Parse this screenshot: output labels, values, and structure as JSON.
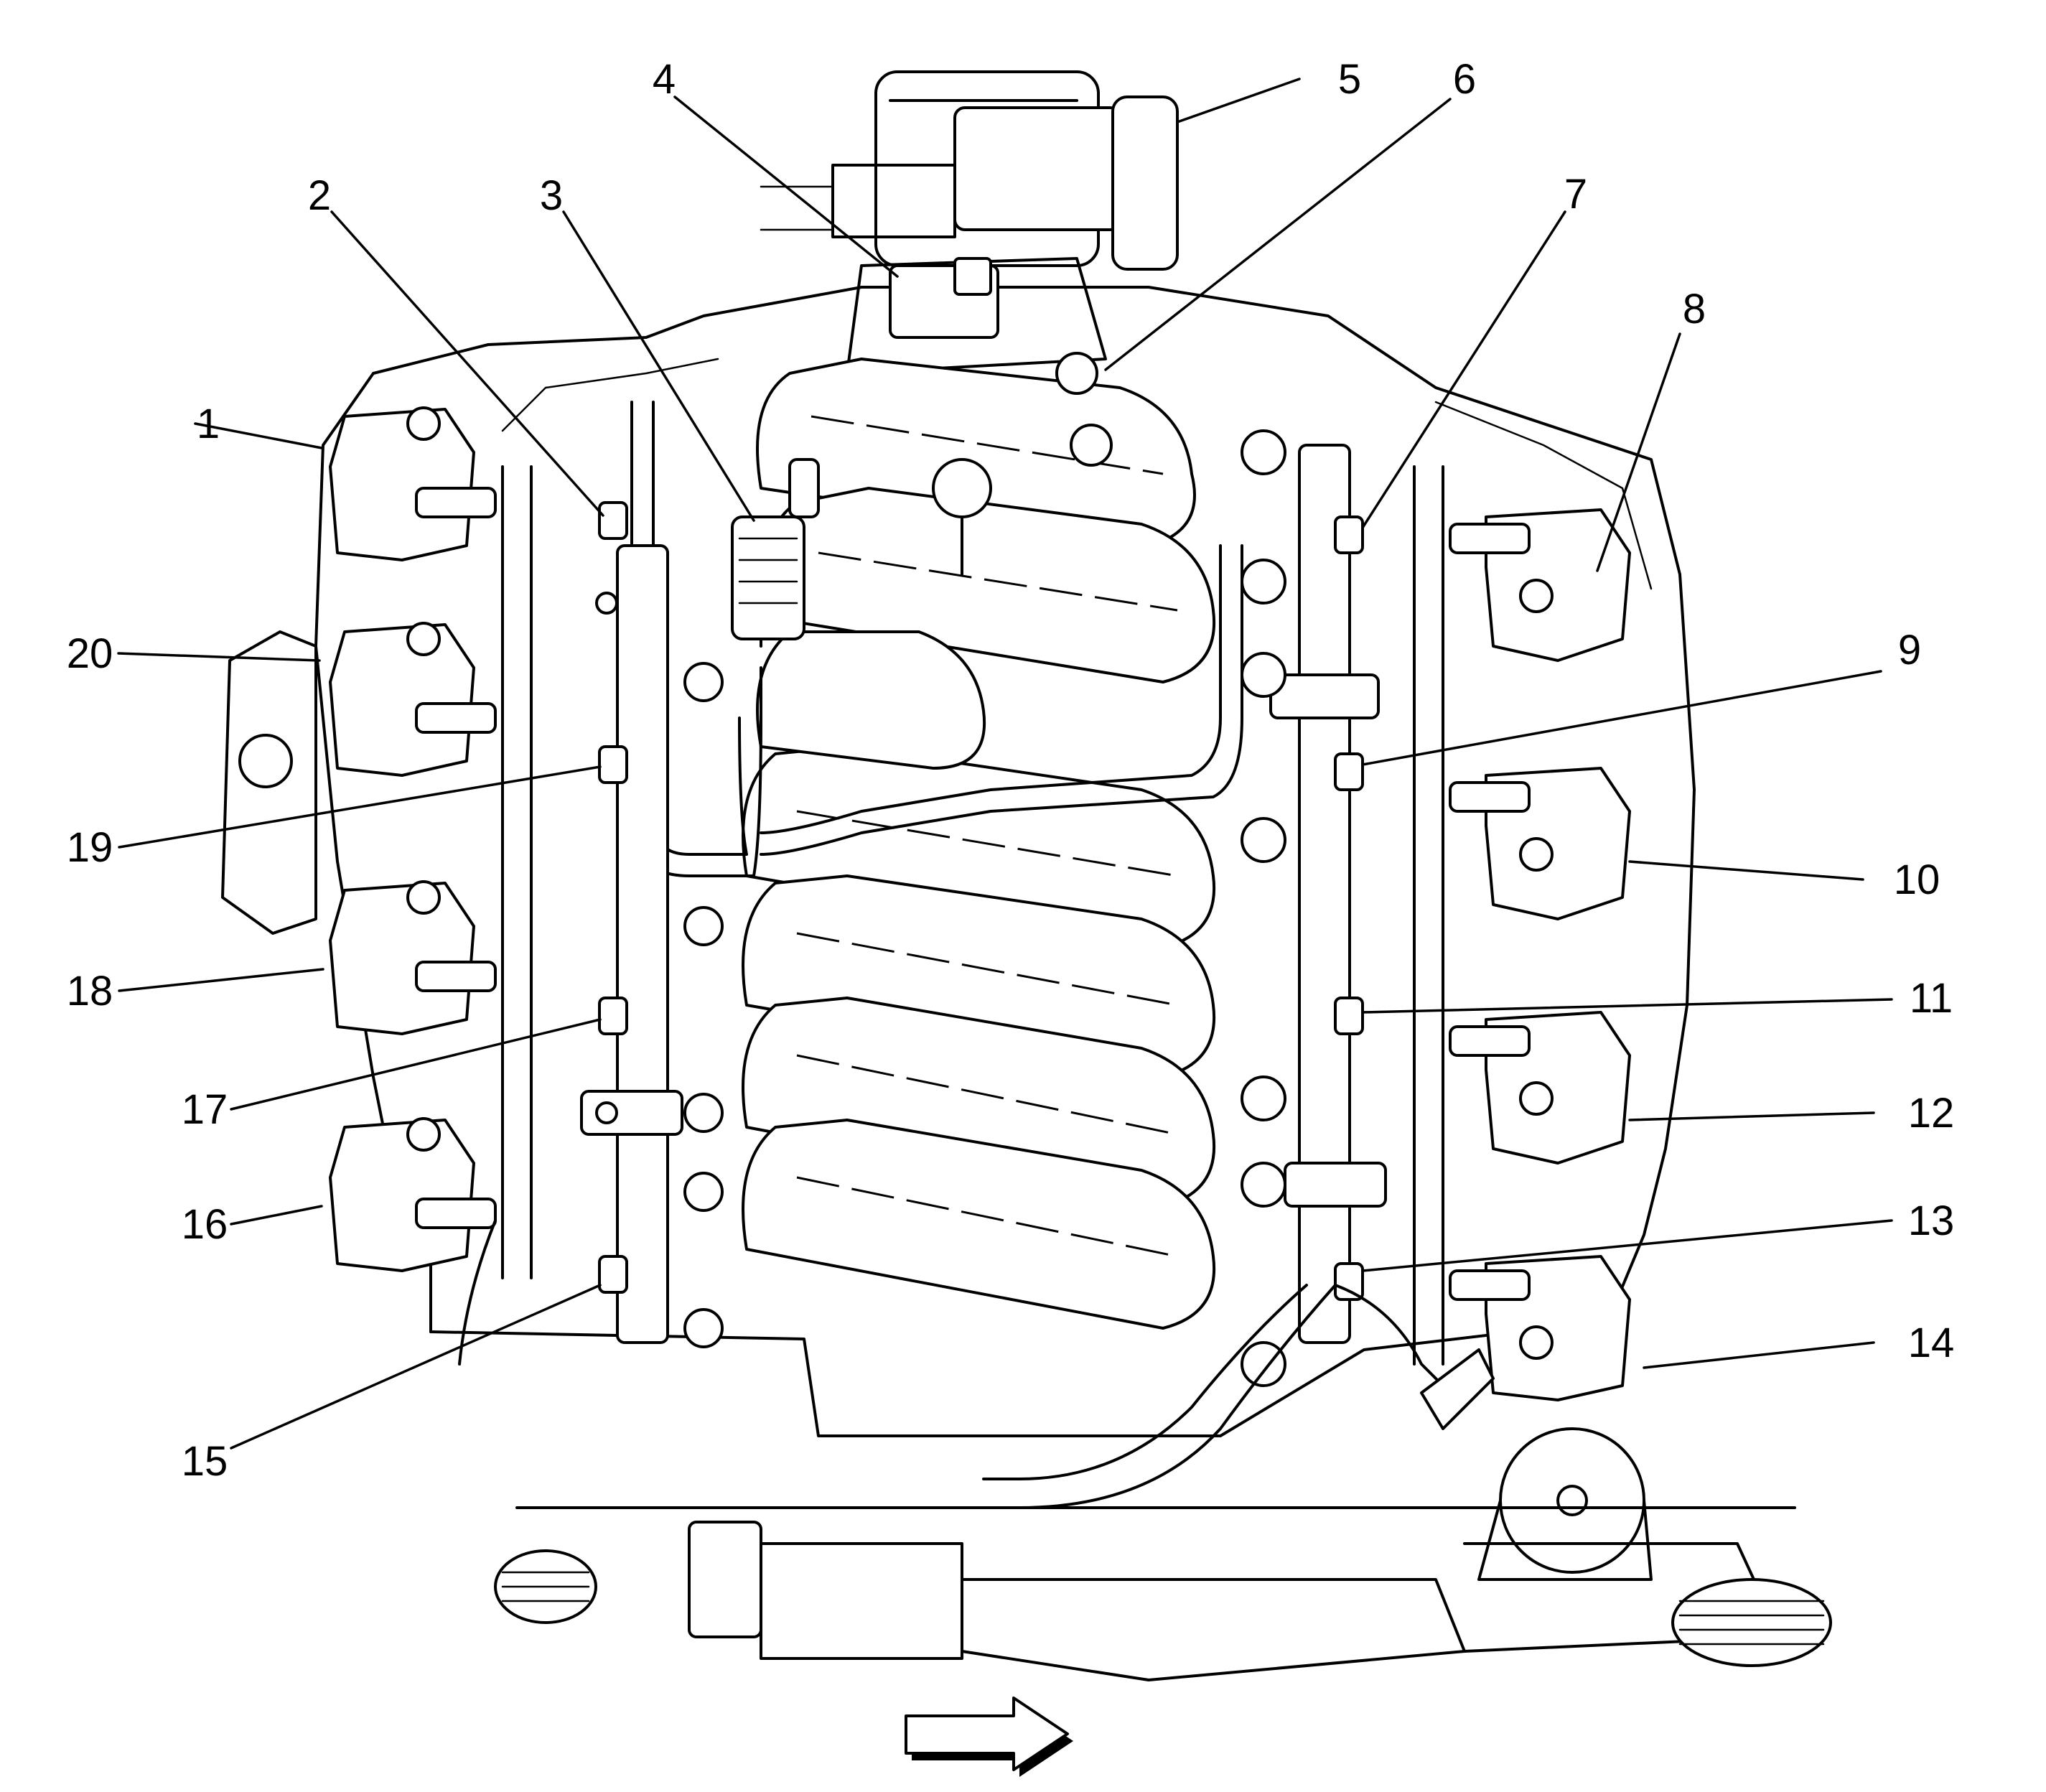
{
  "diagram": {
    "callouts": [
      {
        "id": "1",
        "label": "1"
      },
      {
        "id": "2",
        "label": "2"
      },
      {
        "id": "3",
        "label": "3"
      },
      {
        "id": "4",
        "label": "4"
      },
      {
        "id": "5",
        "label": "5"
      },
      {
        "id": "6",
        "label": "6"
      },
      {
        "id": "7",
        "label": "7"
      },
      {
        "id": "8",
        "label": "8"
      },
      {
        "id": "9",
        "label": "9"
      },
      {
        "id": "10",
        "label": "10"
      },
      {
        "id": "11",
        "label": "11"
      },
      {
        "id": "12",
        "label": "12"
      },
      {
        "id": "13",
        "label": "13"
      },
      {
        "id": "14",
        "label": "14"
      },
      {
        "id": "15",
        "label": "15"
      },
      {
        "id": "16",
        "label": "16"
      },
      {
        "id": "17",
        "label": "17"
      },
      {
        "id": "18",
        "label": "18"
      },
      {
        "id": "19",
        "label": "19"
      },
      {
        "id": "20",
        "label": "20"
      }
    ],
    "direction_arrow": {
      "icon": "right-arrow-icon",
      "meaning": "front of vehicle"
    },
    "colors": {
      "line": "#000000",
      "background": "#ffffff"
    }
  }
}
